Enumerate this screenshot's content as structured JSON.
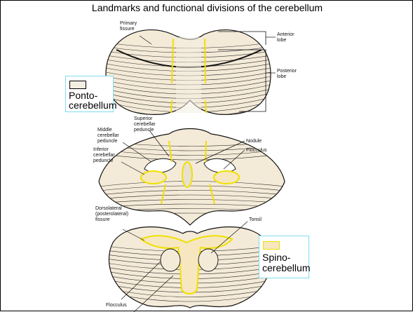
{
  "slide": {
    "title": "Landmarks and functional divisions of the cerebellum"
  },
  "figure": {
    "top_view": {
      "primary_fissure": [
        "Primary",
        "fissure"
      ],
      "anterior_lobe": [
        "Anterior",
        "lobe"
      ],
      "posterior_lobe": [
        "Posterior",
        "lobe"
      ]
    },
    "middle_view": {
      "superior_peduncle": [
        "Superior",
        "cerebellar",
        "peduncle"
      ],
      "middle_peduncle": [
        "Middle",
        "cerebellar",
        "peduncle"
      ],
      "inferior_peduncle": [
        "Inferior",
        "cerebellar",
        "peduncle"
      ],
      "nodule": "Nodule",
      "flocculus": "Flocculus"
    },
    "bottom_view": {
      "dorsolateral_fissure": [
        "Dorsolateral",
        "(posterolateral)",
        "fissure"
      ],
      "tonsil": "Tonsil",
      "flocculus": "Flocculus"
    }
  },
  "legends": {
    "ponto": {
      "lines": [
        "Ponto-",
        "cerebellum"
      ],
      "swatch_color": "#f4eee2"
    },
    "spino": {
      "lines": [
        "Spino-",
        "cerebellum"
      ],
      "swatch_color": "#f6e7c0"
    }
  },
  "colors": {
    "border": "#000000",
    "legend_border": "#7fdcf0",
    "spino_highlight": "#f0e000",
    "tissue": "#f4ead8",
    "folia_lines": "#2a2a2a"
  }
}
